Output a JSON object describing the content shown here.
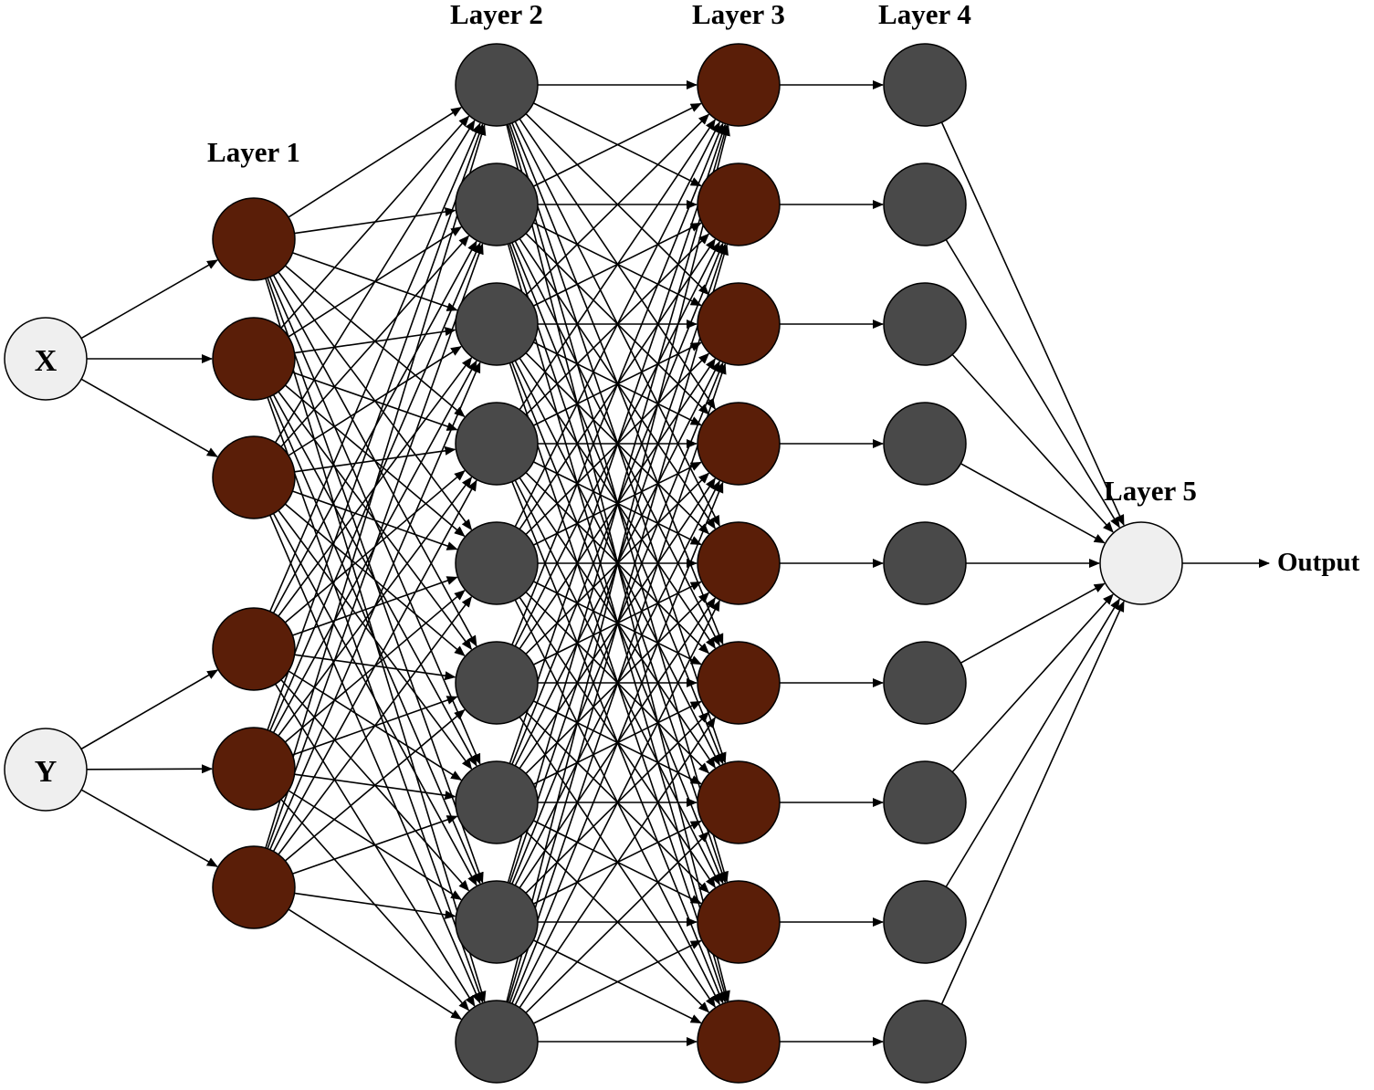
{
  "colors": {
    "input": "#efefef",
    "brown": "#5a1e08",
    "gray": "#494949",
    "output": "#efefef",
    "edge": "#000000"
  },
  "inputs": [
    {
      "label": "X"
    },
    {
      "label": "Y"
    }
  ],
  "layers": [
    {
      "label": "Layer 1",
      "count": 6,
      "color": "brown"
    },
    {
      "label": "Layer 2",
      "count": 9,
      "color": "gray"
    },
    {
      "label": "Layer 3",
      "count": 9,
      "color": "brown"
    },
    {
      "label": "Layer 4",
      "count": 9,
      "color": "gray"
    },
    {
      "label": "Layer 5",
      "count": 1,
      "color": "output"
    }
  ],
  "output": {
    "label": "Output"
  },
  "connections": {
    "input_to_layer1": "each input feeds 3 nodes",
    "layer1_to_layer2": "fully connected",
    "layer2_to_layer3": "fully connected",
    "layer3_to_layer4": "one-to-one",
    "layer4_to_layer5": "all to one"
  }
}
